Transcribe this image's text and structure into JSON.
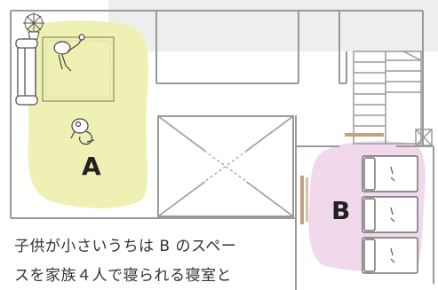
{
  "zones": {
    "a": {
      "label": "A",
      "color": "#eef0b4"
    },
    "b": {
      "label": "B",
      "color": "#f1d8ea"
    }
  },
  "caption": {
    "line1": "子供が小さいうちは B のスペー",
    "line2": "スを家族４人で寝られる寝室と"
  },
  "colors": {
    "wall": "#9a9a9a",
    "gray_room": "#eeeeee",
    "accent_wood": "#c3a27f",
    "text": "#333333"
  },
  "icons": {
    "plant": "potted-plant-icon",
    "sofa": "sofa-icon",
    "rug": "rug-icon",
    "reclining_child": "child-reclining-icon",
    "crawling_baby": "baby-crawling-icon",
    "stairs": "stairs-icon",
    "void": "stairwell-void-icon",
    "bed": "futon-bed-icon"
  },
  "bed_count": 3
}
